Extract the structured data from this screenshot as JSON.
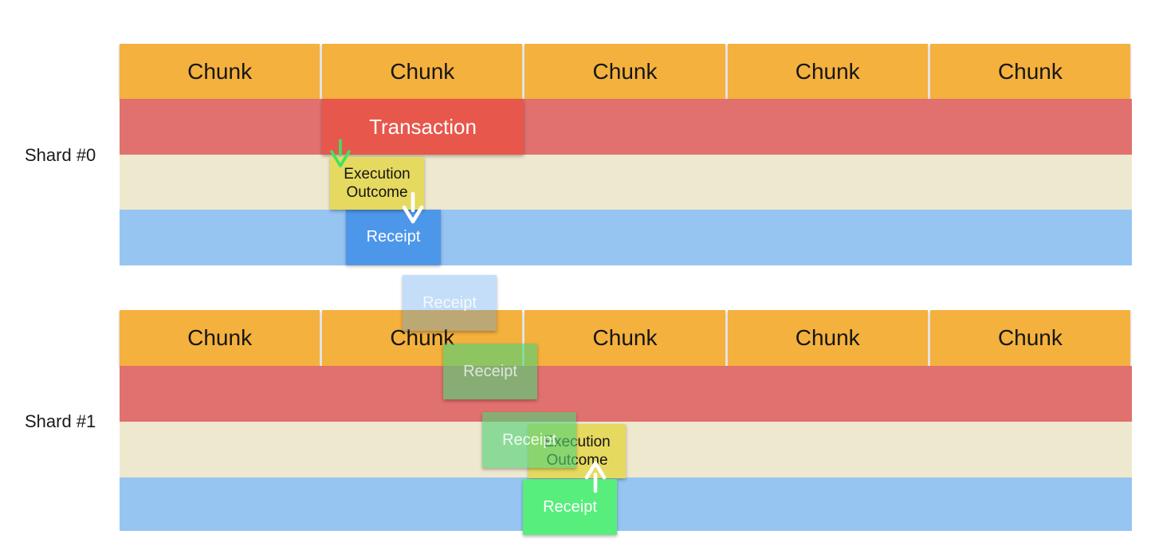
{
  "colors": {
    "chunk_orange": "#F4B13D",
    "row_red": "#E0716E",
    "row_cream": "#EEE8CE",
    "row_blue": "#97C5F2",
    "transaction_red": "#E7574C",
    "outcome_yellow": "#E6D960",
    "receipt_blue": "#4D97EA",
    "receipt_green": "#57EE7C",
    "receipt_green_faded": "rgba(80,210,120,0.62)",
    "receipt_blue_faded": "rgba(77,151,234,0.33)",
    "arrow_green": "#3FE35F",
    "arrow_white": "#FFFFFF",
    "label_dark": "#1A1A1A"
  },
  "icons": {
    "transaction_to_outcome": "arrow-down-green",
    "outcome_to_receipt": "arrow-down-white",
    "receipt_to_outcome": "arrow-up-white"
  },
  "shard0": {
    "label": "Shard #0",
    "chunks": [
      "Chunk",
      "Chunk",
      "Chunk",
      "Chunk",
      "Chunk"
    ],
    "transaction_label": "Transaction",
    "execution_outcome_label": "Execution Outcome",
    "receipt_label": "Receipt"
  },
  "transit": {
    "outgoing_receipt_label": "Receipt",
    "crossing_receipt_label": "Receipt",
    "incoming_receipt_label": "Receipt"
  },
  "shard1": {
    "label": "Shard #1",
    "chunks": [
      "Chunk",
      "Chunk",
      "Chunk",
      "Chunk",
      "Chunk"
    ],
    "execution_outcome_label": "Execution Outcome",
    "receipt_label": "Receipt"
  }
}
